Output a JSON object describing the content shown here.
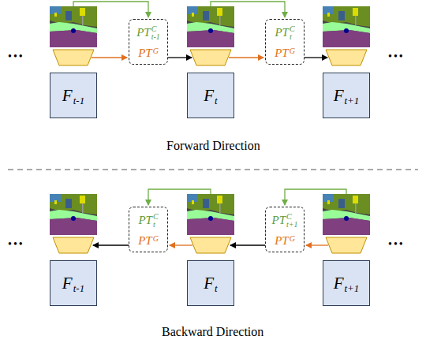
{
  "diagram": {
    "nodes": [
      {
        "text": [
          "PT",
          "C",
          "t-1",
          "PT",
          "G"
        ]
      },
      {
        "text": [
          "PT",
          "C",
          "t",
          "PT",
          "G"
        ]
      },
      {
        "text": [
          "F",
          "t-1"
        ]
      },
      {
        "text": [
          "F",
          "t"
        ]
      },
      {
        "text": [
          "F",
          "t+1"
        ]
      },
      {
        "text": [
          "PT",
          "C",
          "t",
          "PT",
          "G"
        ]
      },
      {
        "text": [
          "PT",
          "C",
          "t+1",
          "PT",
          "G"
        ]
      },
      {
        "text": [
          "F",
          "t-1"
        ]
      },
      {
        "text": [
          "F",
          "t"
        ]
      },
      {
        "text": [
          "F",
          "t+1"
        ]
      }
    ],
    "labels": [
      "•••",
      "•••",
      "Forward Direction",
      "•••",
      "•••",
      "Backward Direction"
    ]
  }
}
